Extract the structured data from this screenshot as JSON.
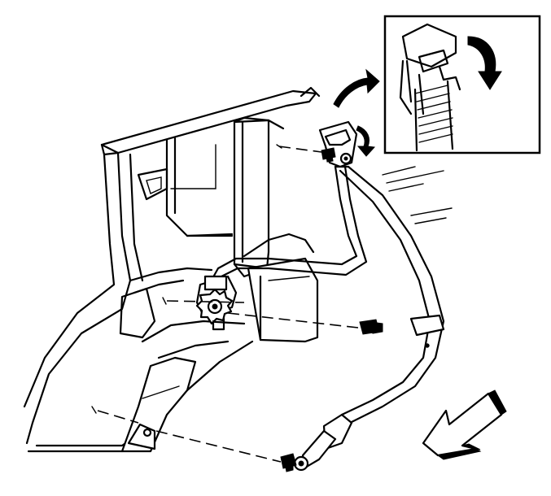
{
  "diagram": {
    "colors": {
      "line": "#000000",
      "background": "#ffffff"
    },
    "parts": [
      "quarter-trim-panel",
      "shoulder-belt-guide",
      "guide-bolt",
      "seat-belt-webbing",
      "retractor",
      "retractor-bolt",
      "lower-anchor-bolt",
      "lower-anchor-plate",
      "detail-inset-clip"
    ],
    "icons": [
      "rotation-arrow-icon",
      "forward-direction-arrow-icon"
    ]
  }
}
